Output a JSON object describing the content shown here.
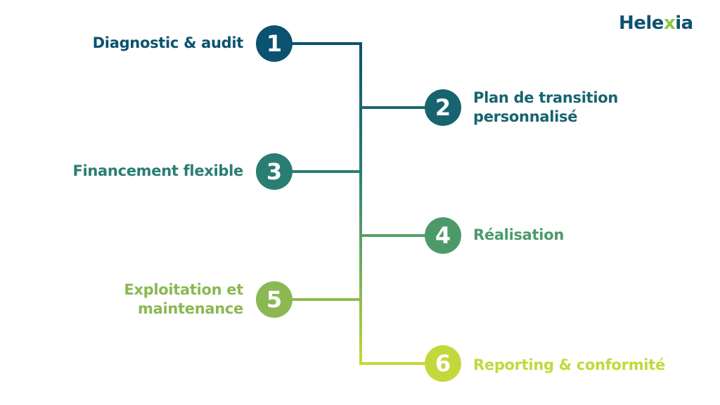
{
  "logo": {
    "text_before": "Hele",
    "text_x": "x",
    "text_after": "ia"
  },
  "steps": [
    {
      "number": "1",
      "label": "Diagnostic & audit",
      "color": "#0b5270"
    },
    {
      "number": "2",
      "label_line1": "Plan de transition",
      "label_line2": "personnalisé",
      "color": "#176470"
    },
    {
      "number": "3",
      "label": "Financement flexible",
      "color": "#2a7d72"
    },
    {
      "number": "4",
      "label": "Réalisation",
      "color": "#4c9a6a"
    },
    {
      "number": "5",
      "label_line1": "Exploitation et",
      "label_line2": "maintenance",
      "color": "#8bb853"
    },
    {
      "number": "6",
      "label": "Reporting & conformité",
      "color": "#c3d83b"
    }
  ]
}
